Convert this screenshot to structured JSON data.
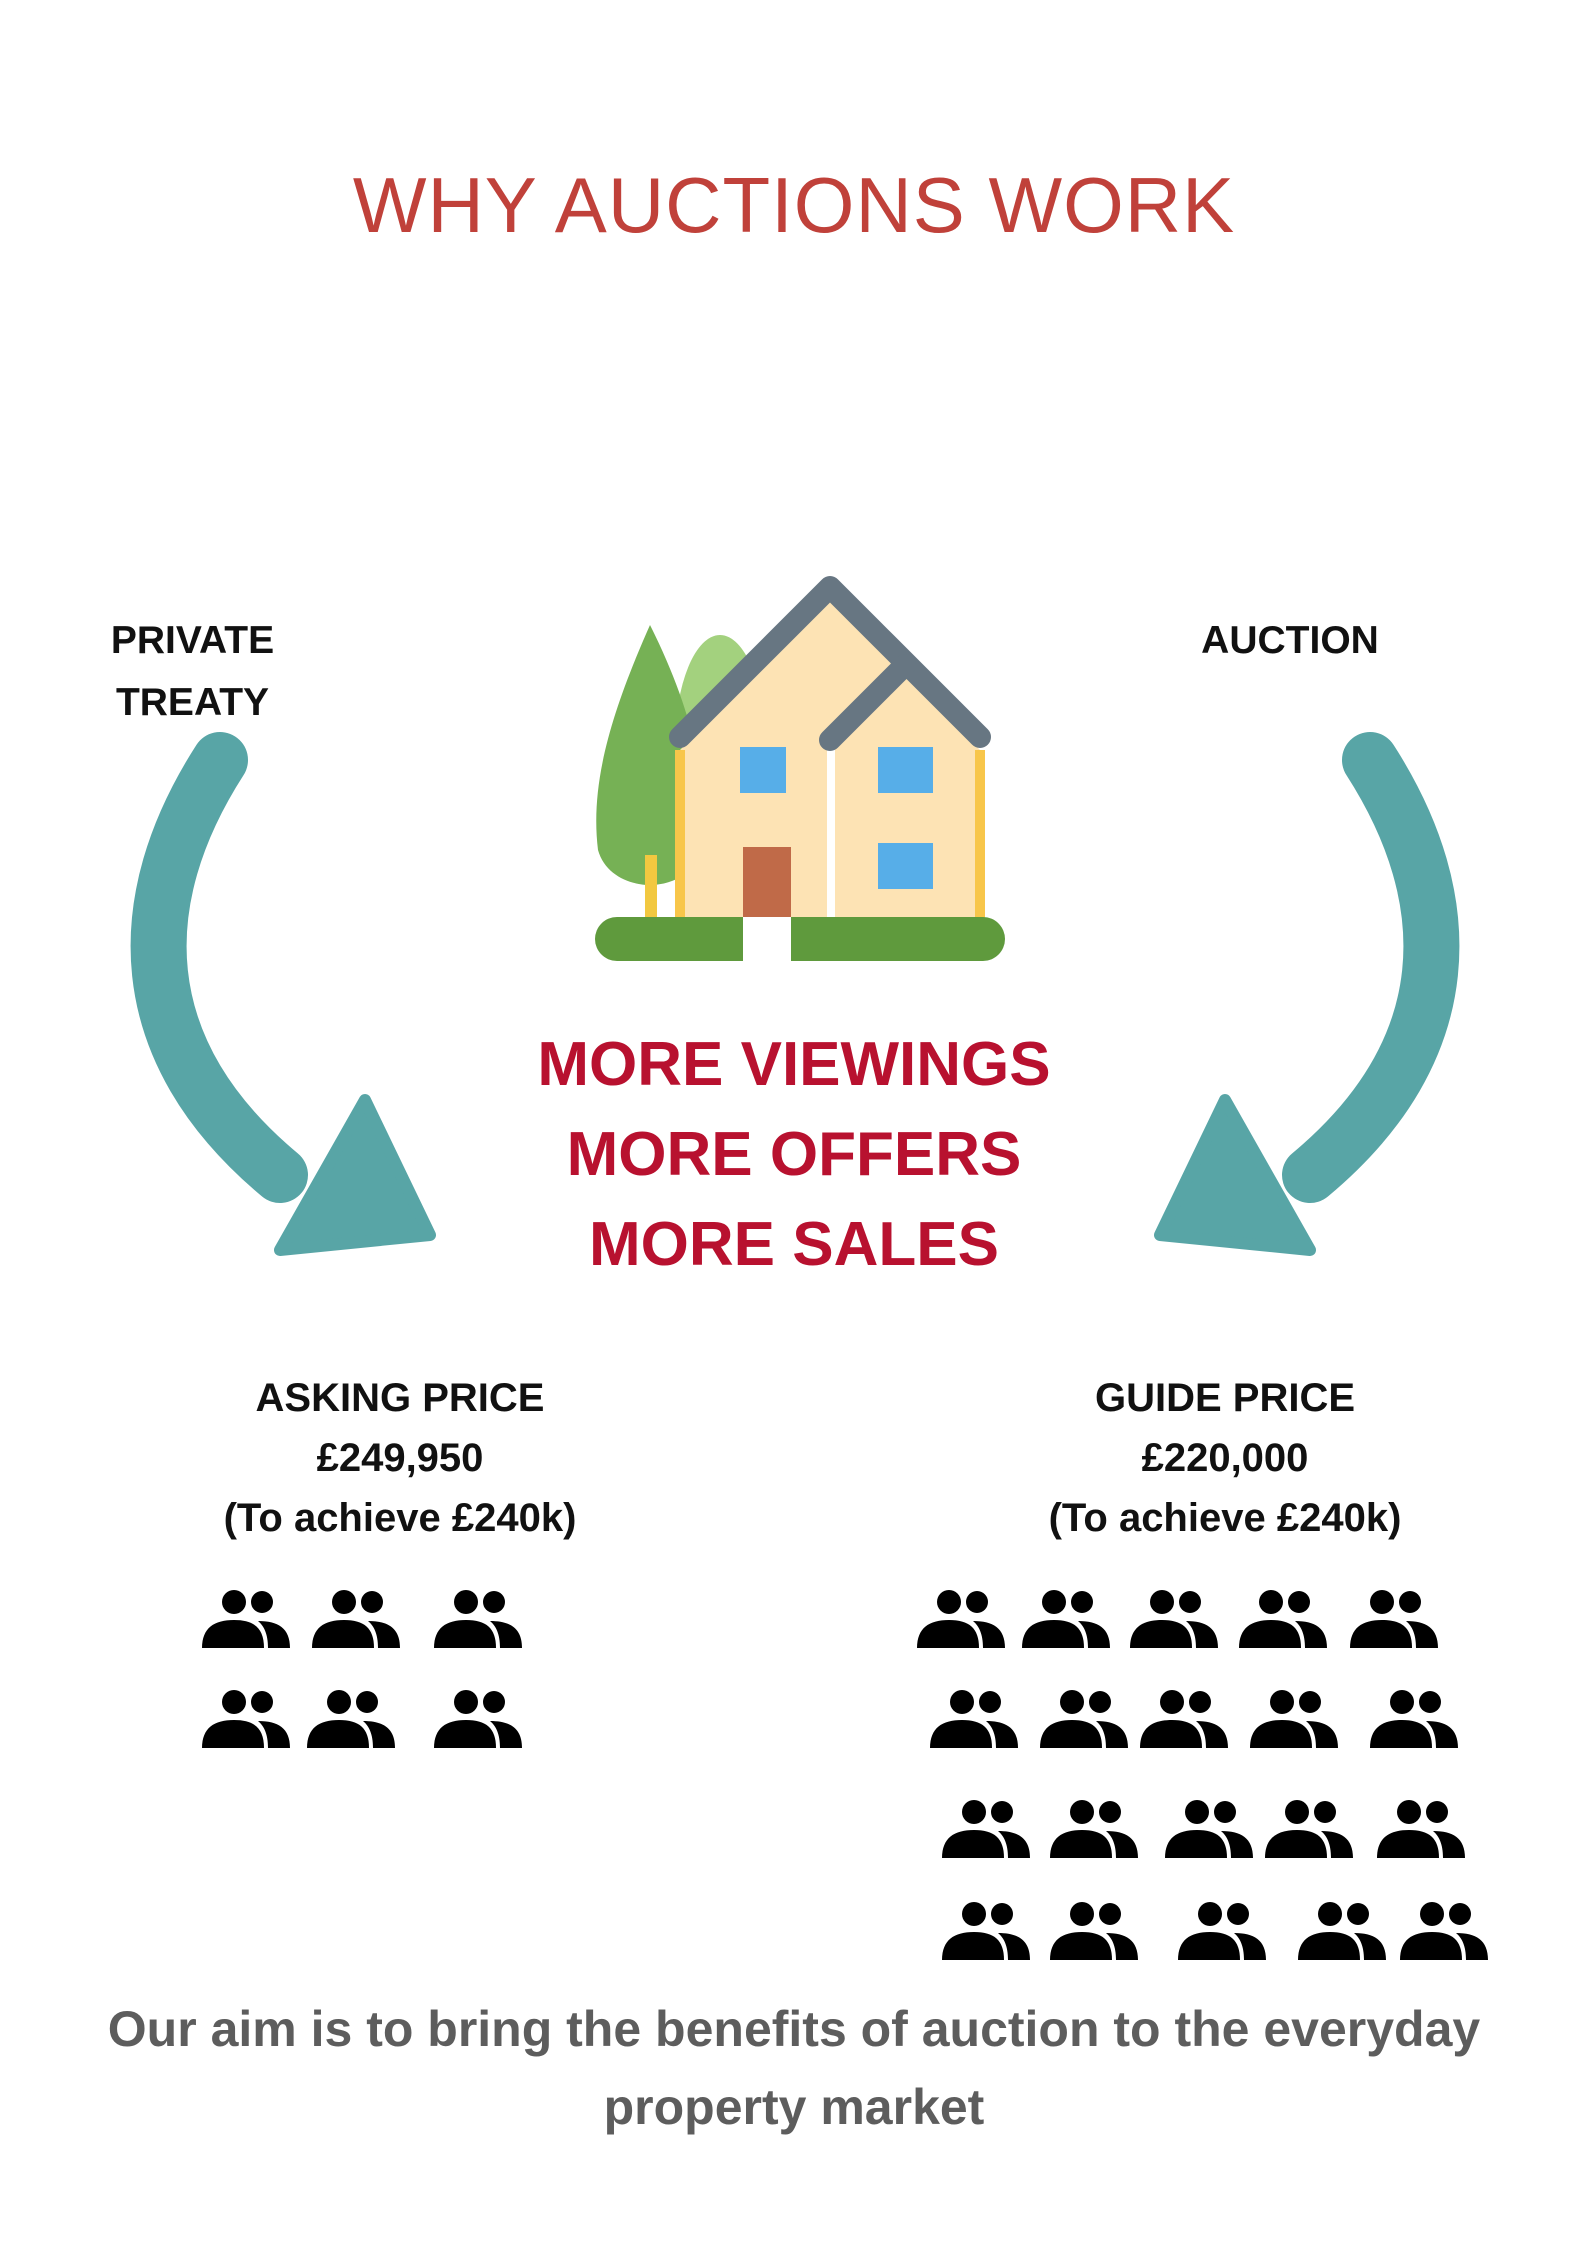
{
  "title": "WHY AUCTIONS WORK",
  "private_treaty": {
    "label_line1": "PRIVATE",
    "label_line2": "TREATY",
    "price_heading": "ASKING PRICE",
    "price_value": "£249,950",
    "price_note": "(To achieve £240k)",
    "buyer_groups": 6
  },
  "auction": {
    "label": "AUCTION",
    "price_heading": "GUIDE  PRICE",
    "price_value": "£220,000",
    "price_note": "(To achieve £240k)",
    "buyer_groups": 20
  },
  "benefits": [
    "MORE VIEWINGS",
    "MORE OFFERS",
    "MORE SALES"
  ],
  "footer": {
    "line1": "Our aim is to bring the benefits of auction to the everyday",
    "line2": "property market"
  },
  "colors": {
    "title": "#c0413a",
    "benefits": "#b8112f",
    "arrow": "#58a5a6",
    "footer": "#5d5d5d"
  },
  "icons": [
    "house-icon",
    "curved-arrow-icon",
    "people-group-icon"
  ]
}
